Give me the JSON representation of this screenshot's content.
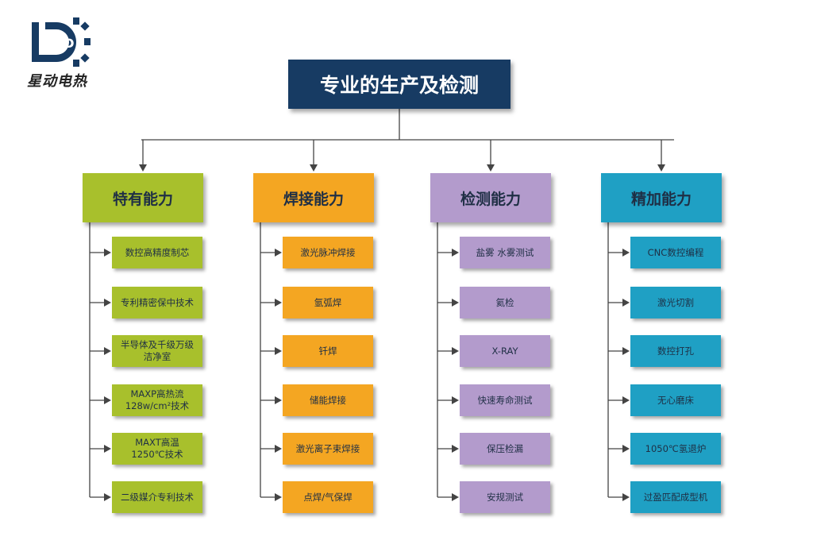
{
  "logo": {
    "mark": "LD",
    "caption": "星动电热",
    "icon": "gear-icon"
  },
  "title": "专业的生产及检测",
  "colors": {
    "title_bg": "#173b63",
    "特有能力": "#a8c02c",
    "焊接能力": "#f4a622",
    "检测能力": "#b39bcc",
    "精加能力": "#1fa0c4",
    "connector": "#444444"
  },
  "categories": [
    {
      "label": "特有能力",
      "items": [
        "数控高精度制芯",
        "专利精密保中技术",
        "半导体及千级万级\n洁净室",
        "MAXP高热流\n128w/cm²技术",
        "MAXT高温\n1250℃技术",
        "二级媒介专利技术"
      ]
    },
    {
      "label": "焊接能力",
      "items": [
        "激光脉冲焊接",
        "氩弧焊",
        "钎焊",
        "储能焊接",
        "激光离子束焊接",
        "点焊/气保焊"
      ]
    },
    {
      "label": "检测能力",
      "items": [
        "盐雾 水雾测试",
        "氦检",
        "X-RAY",
        "快速寿命测试",
        "保压检漏",
        "安规测试"
      ]
    },
    {
      "label": "精加能力",
      "items": [
        "CNC数控编程",
        "激光切割",
        "数控打孔",
        "无心磨床",
        "1050℃氢退炉",
        "过盈匹配成型机"
      ]
    }
  ]
}
